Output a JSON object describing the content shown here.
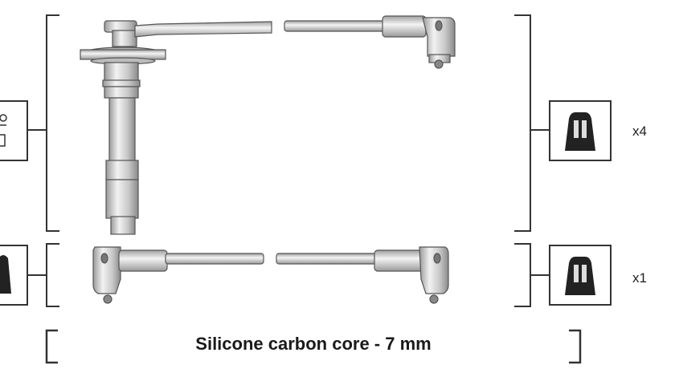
{
  "caption": "Silicone carbon core - 7 mm",
  "groups": [
    {
      "quantity": "x4"
    },
    {
      "quantity": "x1"
    }
  ],
  "colors": {
    "line": "#333333",
    "wire_fill": "#d9d9d9",
    "wire_stroke": "#555555",
    "boot_fill": "#222222"
  },
  "icons": [
    "connector-type-icon",
    "spark-plug-boot-icon",
    "wire-icon"
  ]
}
